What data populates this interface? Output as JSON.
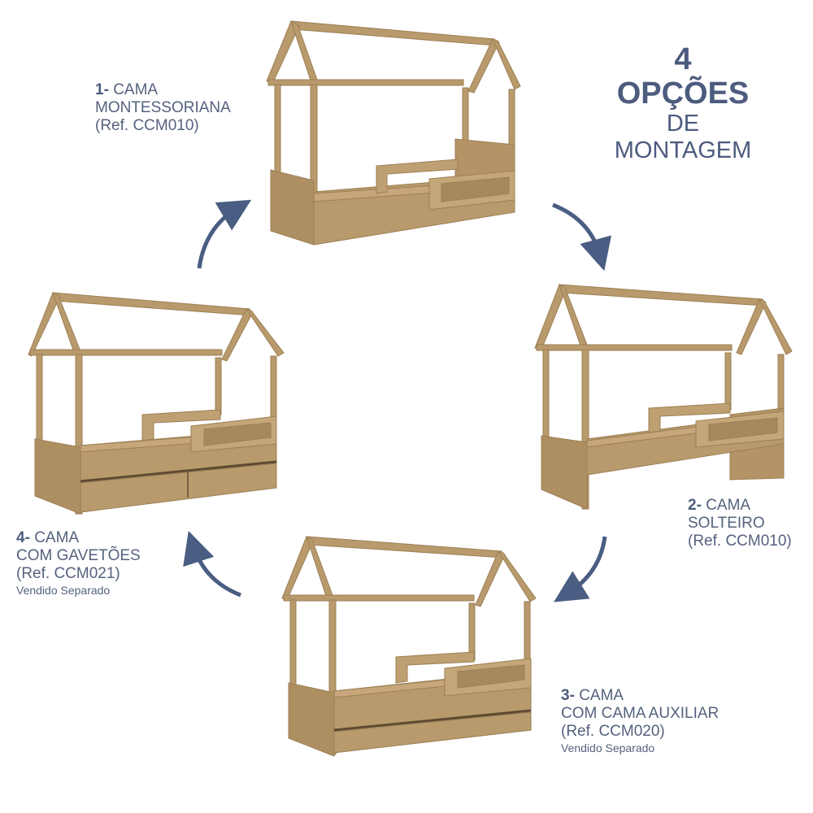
{
  "title": {
    "number": "4",
    "word": "OPÇÕES",
    "line3": "DE",
    "line4": "MONTAGEM"
  },
  "options": [
    {
      "num": "1-",
      "line1": "CAMA",
      "line2": "MONTESSORIANA",
      "ref": "(Ref. CCM010)",
      "note": ""
    },
    {
      "num": "2-",
      "line1": "CAMA",
      "line2": "SOLTEIRO",
      "ref": "(Ref. CCM010)",
      "note": ""
    },
    {
      "num": "3-",
      "line1": "CAMA",
      "line2": "COM CAMA AUXILIAR",
      "ref": "(Ref. CCM020)",
      "note": "Vendido Separado"
    },
    {
      "num": "4-",
      "line1": "CAMA",
      "line2": "COM GAVETÕES",
      "ref": "(Ref. CCM021)",
      "note": "Vendido Separado"
    }
  ],
  "colors": {
    "text": "#4c5b7c",
    "arrow": "#4a5d82",
    "wood": "#b89a6c",
    "wood_dark": "#9c7f55",
    "wood_light": "#cdb58e"
  },
  "icons": [
    "cycle-arrow-icon"
  ]
}
